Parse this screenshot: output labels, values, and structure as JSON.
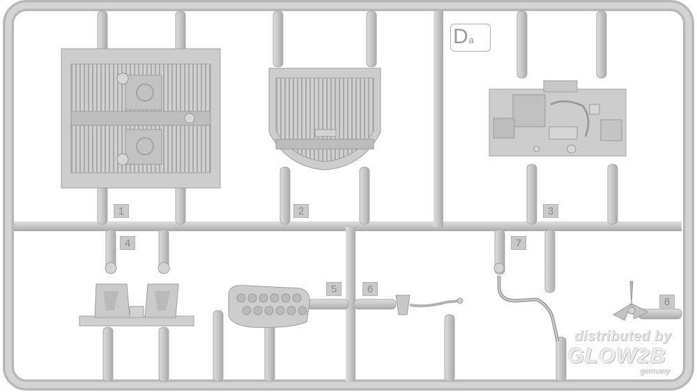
{
  "sprue": {
    "id_letter": "D",
    "id_sub": "a"
  },
  "parts": [
    {
      "number": "1"
    },
    {
      "number": "2"
    },
    {
      "number": "3"
    },
    {
      "number": "4"
    },
    {
      "number": "5"
    },
    {
      "number": "6"
    },
    {
      "number": "7"
    },
    {
      "number": "8"
    }
  ],
  "watermark": {
    "line1": "distributed by",
    "line2": "GLOW2B",
    "line3": "germany"
  },
  "colors": {
    "plastic": "#c8c8c8",
    "plastic_dark": "#a6a6a6",
    "background": "#ffffff"
  }
}
